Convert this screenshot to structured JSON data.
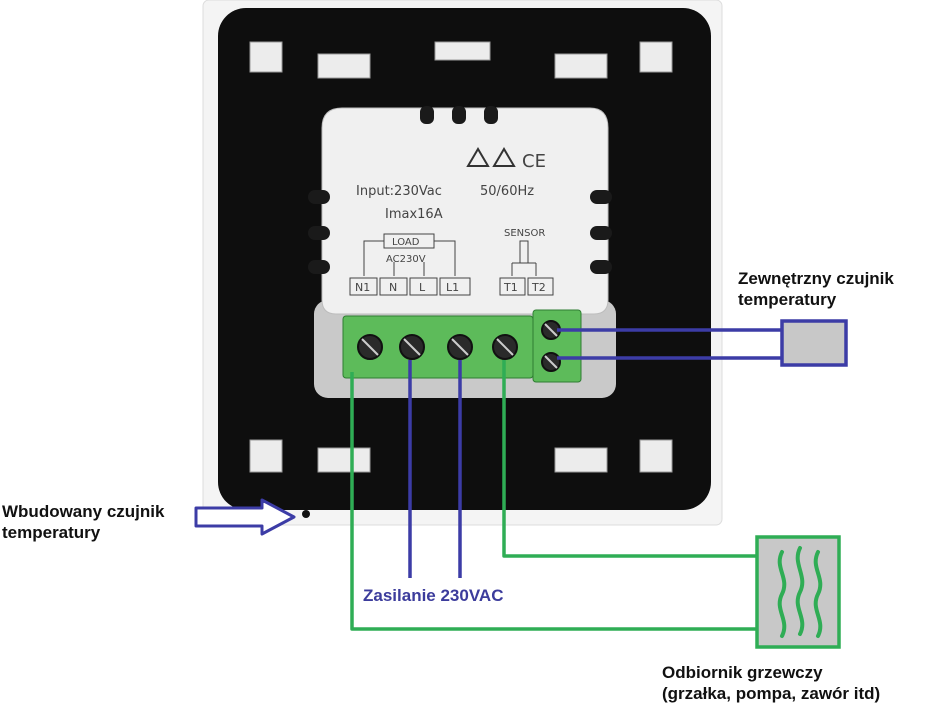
{
  "module": {
    "input": "Input:230Vac",
    "freq": "50/60Hz",
    "imax": "Imax16A",
    "load": "LOAD",
    "ac": "AC230V",
    "sensor": "SENSOR",
    "terminals": [
      "N1",
      "N",
      "L",
      "L1",
      "T1",
      "T2"
    ],
    "ce_mark": "CE"
  },
  "labels": {
    "ext_sensor": [
      "Zewnętrzny czujnik",
      "temperatury"
    ],
    "int_sensor": [
      "Wbudowany czujnik",
      "temperatury"
    ],
    "power": "Zasilanie 230VAC",
    "receiver": [
      "Odbiornik grzewczy",
      "(grzałka, pompa, zawór itd)"
    ]
  },
  "colors": {
    "wire_green": "#2fad55",
    "wire_blue": "#3c3ca6",
    "frame_black": "#0e0e0e",
    "terminal_green": "#5dbb5a",
    "label_blue": "#3c3c9c"
  }
}
